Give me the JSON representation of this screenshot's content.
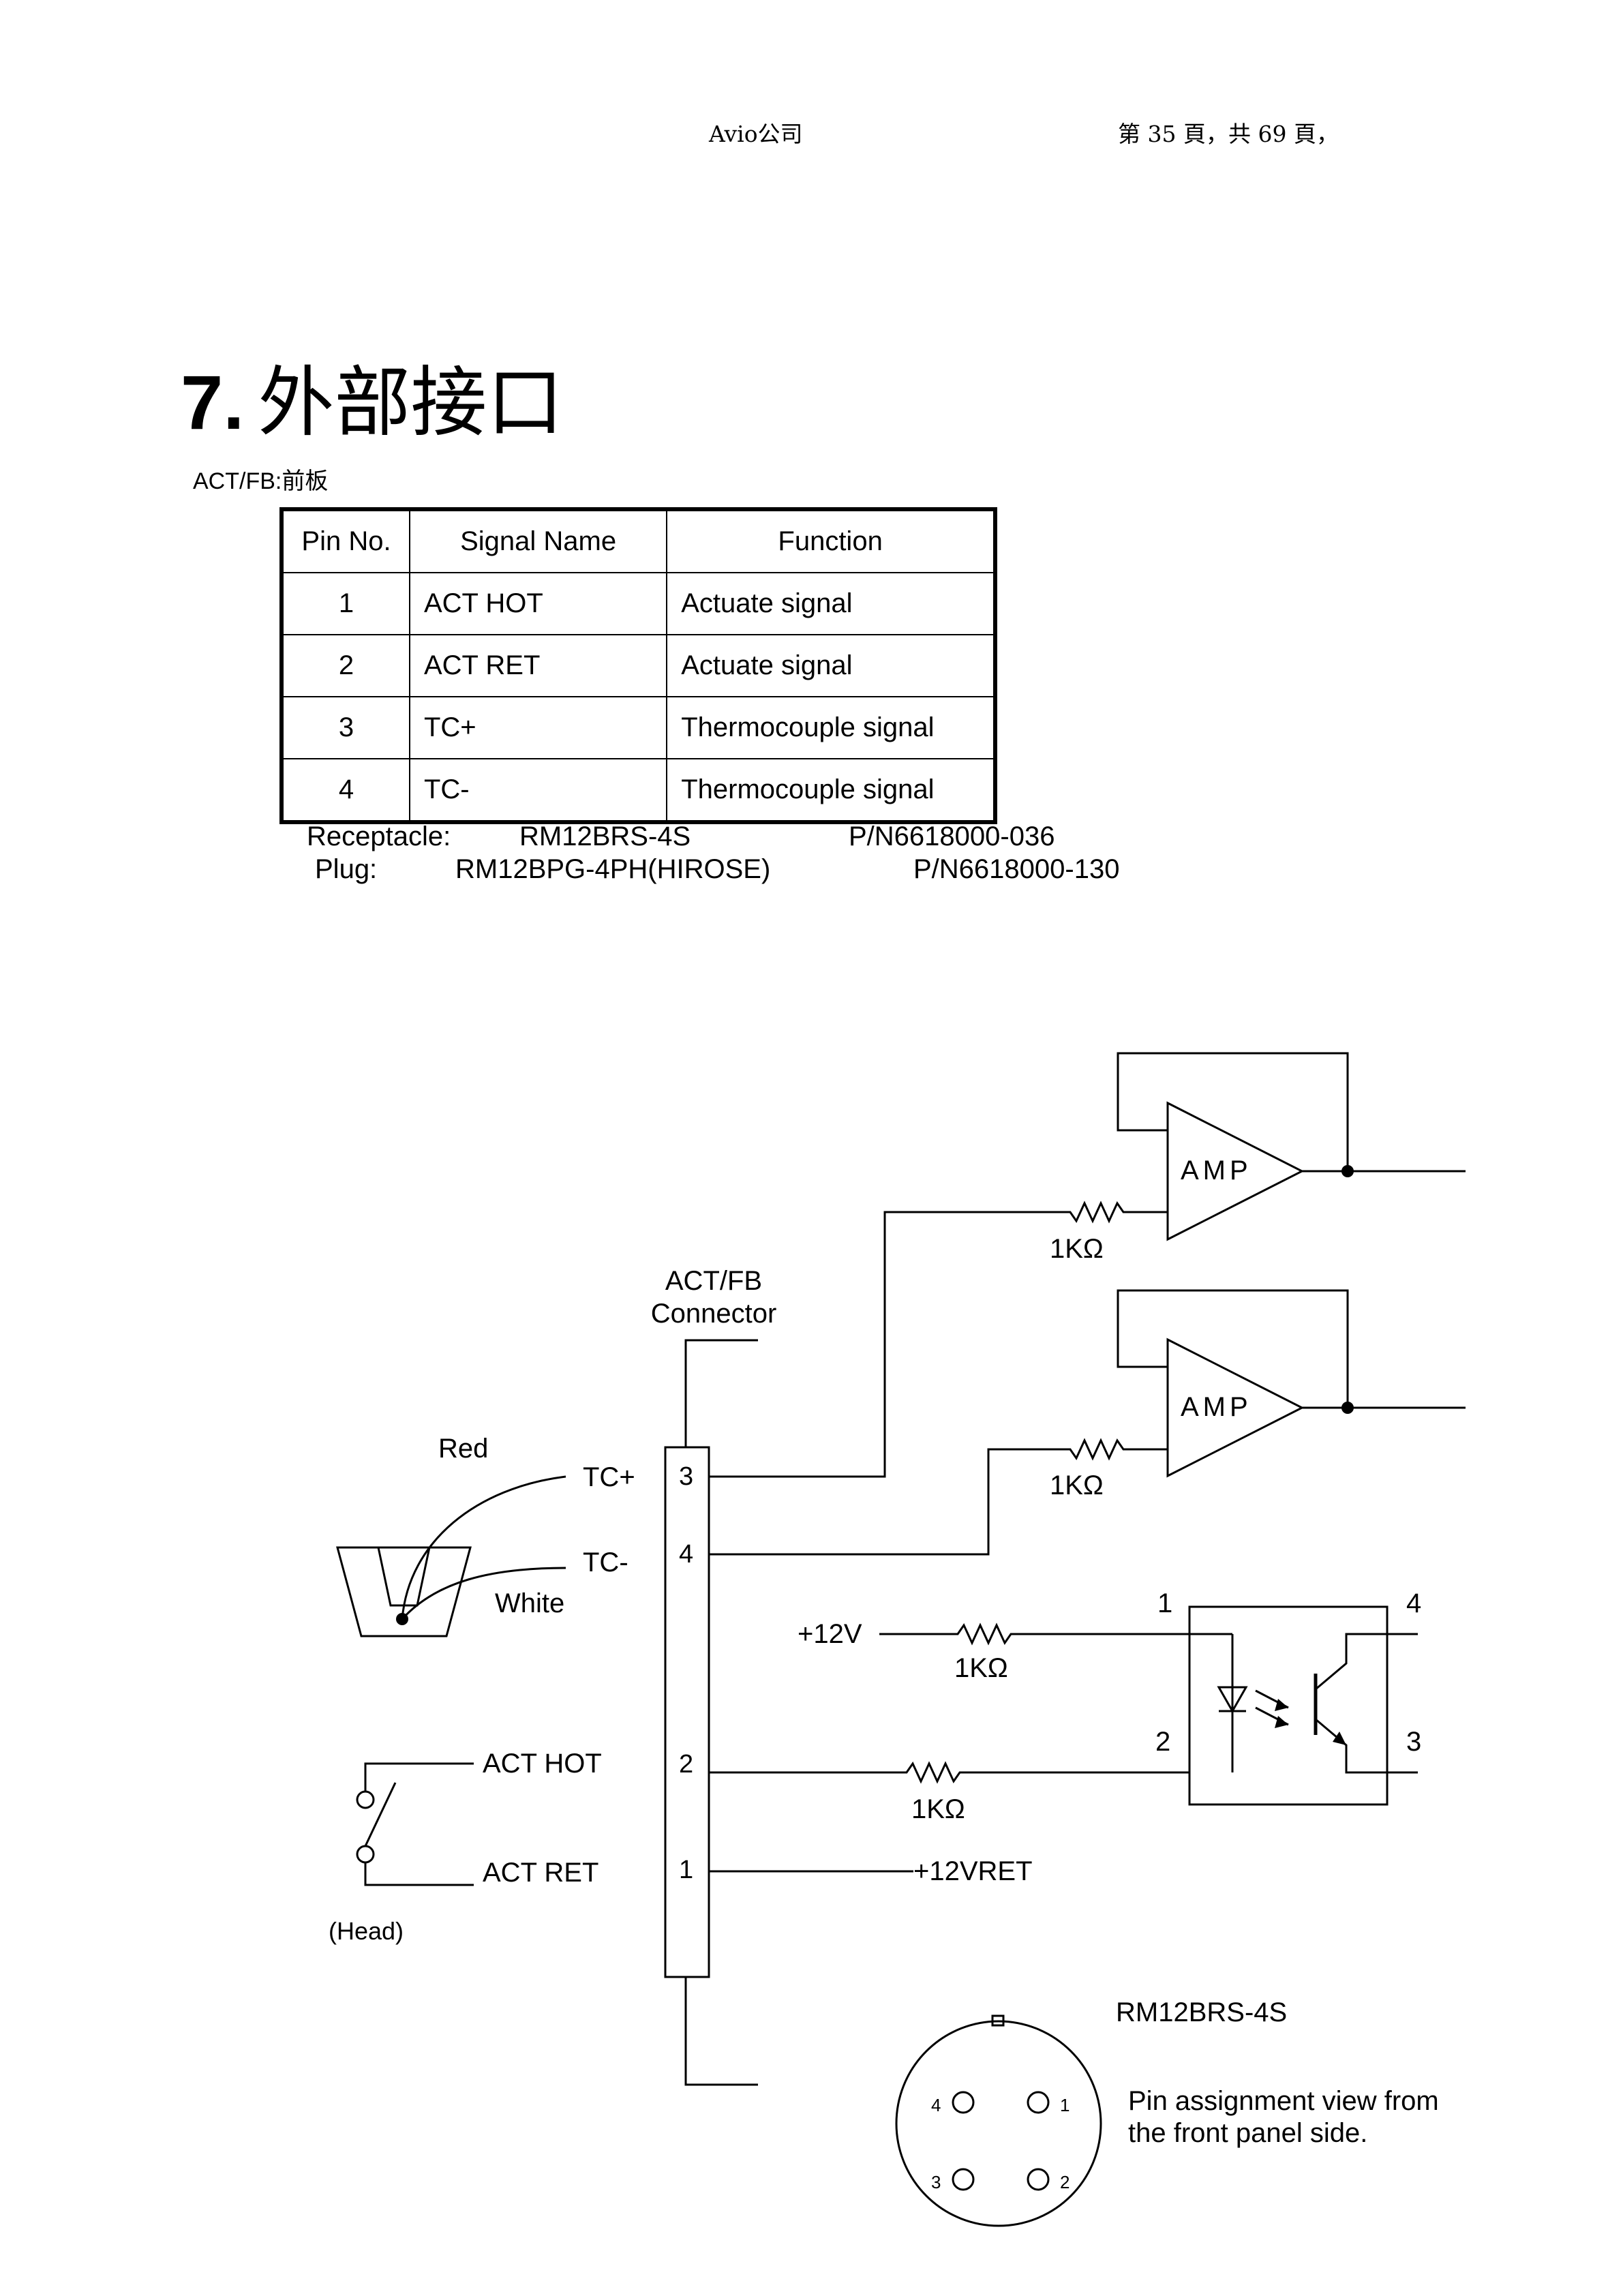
{
  "header": {
    "left": "Avio公司",
    "right": "第 35 頁，共 69 頁，"
  },
  "section": {
    "number": "7.",
    "title": "外部接口",
    "subtitle": "ACT/FB:前板"
  },
  "table": {
    "headers": [
      "Pin No.",
      "Signal Name",
      "Function"
    ],
    "rows": [
      [
        "1",
        "ACT HOT",
        "Actuate signal"
      ],
      [
        "2",
        "ACT RET",
        "Actuate signal"
      ],
      [
        "3",
        "TC+",
        "Thermocouple signal"
      ],
      [
        "4",
        "TC-",
        "Thermocouple signal"
      ]
    ]
  },
  "parts": {
    "receptacle_label": "Receptacle:",
    "receptacle_model": "RM12BRS-4S",
    "receptacle_pn": "P/N6618000-036",
    "plug_label": "Plug:",
    "plug_model": "RM12BPG-4PH(HIROSE)",
    "plug_pn": "P/N6618000-130"
  },
  "diagram": {
    "amp_label": "AMP",
    "resistor_label": "1KΩ",
    "connector_label_1": "ACT/FB",
    "connector_label_2": "Connector",
    "red": "Red",
    "white": "White",
    "tc_plus": "TC+",
    "tc_minus": "TC-",
    "act_hot": "ACT HOT",
    "act_ret": "ACT RET",
    "head": "(Head)",
    "v12": "+12V",
    "v12ret": "+12VRET",
    "conn_pins": [
      "3",
      "4",
      "2",
      "1"
    ],
    "opto_pins": [
      "1",
      "4",
      "2",
      "3"
    ],
    "connector_model": "RM12BRS-4S",
    "pin_view_1": "Pin assignment view from",
    "pin_view_2": "the front panel side.",
    "face_pins": [
      "4",
      "1",
      "3",
      "2"
    ]
  }
}
